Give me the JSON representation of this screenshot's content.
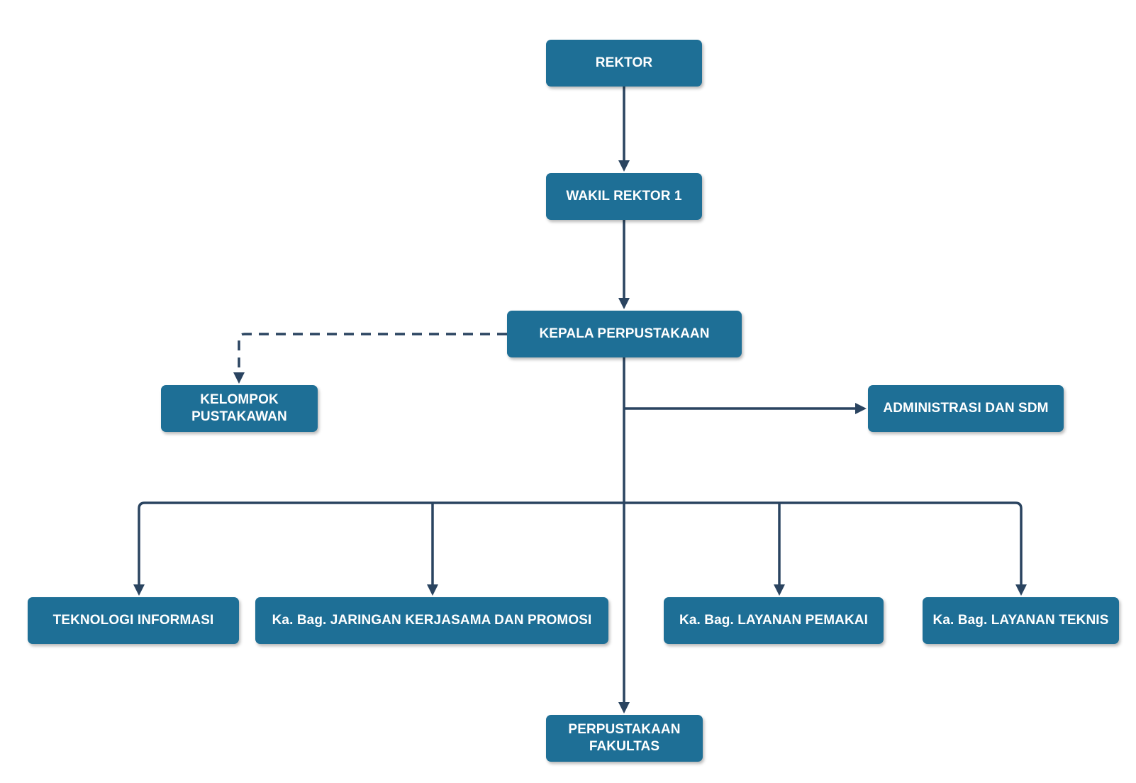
{
  "diagram": {
    "type": "organizational-chart",
    "colors": {
      "box_fill": "#1e6f96",
      "box_text": "#ffffff",
      "connector": "#2a4460"
    },
    "nodes": {
      "rektor": {
        "label": "REKTOR"
      },
      "wakil_rektor_1": {
        "label": "WAKIL REKTOR 1"
      },
      "kepala_perpustakaan": {
        "label": "KEPALA PERPUSTAKAAN"
      },
      "kelompok_pustakawan": {
        "label": "KELOMPOK\nPUSTAKAWAN"
      },
      "administrasi_sdm": {
        "label": "ADMINISTRASI DAN SDM"
      },
      "teknologi_informasi": {
        "label": "TEKNOLOGI INFORMASI"
      },
      "jaringan_kerjasama": {
        "label": "Ka. Bag. JARINGAN KERJASAMA DAN PROMOSI"
      },
      "layanan_pemakai": {
        "label": "Ka. Bag. LAYANAN PEMAKAI"
      },
      "layanan_teknis": {
        "label": "Ka. Bag. LAYANAN TEKNIS"
      },
      "perpustakaan_fakultas": {
        "label": "PERPUSTAKAAN\nFAKULTAS"
      }
    },
    "edges": [
      {
        "from": "rektor",
        "to": "wakil_rektor_1",
        "style": "solid"
      },
      {
        "from": "wakil_rektor_1",
        "to": "kepala_perpustakaan",
        "style": "solid"
      },
      {
        "from": "kepala_perpustakaan",
        "to": "kelompok_pustakawan",
        "style": "dashed"
      },
      {
        "from": "kepala_perpustakaan",
        "to": "administrasi_sdm",
        "style": "solid"
      },
      {
        "from": "kepala_perpustakaan",
        "to": "teknologi_informasi",
        "style": "solid"
      },
      {
        "from": "kepala_perpustakaan",
        "to": "jaringan_kerjasama",
        "style": "solid"
      },
      {
        "from": "kepala_perpustakaan",
        "to": "layanan_pemakai",
        "style": "solid"
      },
      {
        "from": "kepala_perpustakaan",
        "to": "layanan_teknis",
        "style": "solid"
      },
      {
        "from": "kepala_perpustakaan",
        "to": "perpustakaan_fakultas",
        "style": "solid"
      }
    ]
  }
}
